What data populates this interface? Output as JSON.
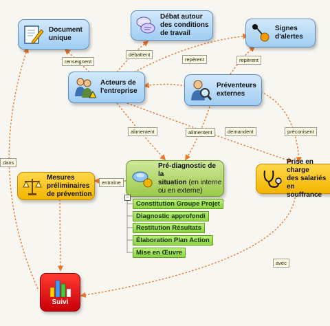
{
  "nodes": {
    "document_unique": "Document\nunique",
    "debat": "Débat autour\ndes conditions\nde travail",
    "signes": "Signes\nd'alertes",
    "acteurs": "Acteurs de\nl'entreprise",
    "preventeurs": "Préventeurs\nexternes",
    "prediag_title": "Pré-diagnostic de la\nsituation",
    "prediag_suffix": " (en interne\nou en externe)",
    "mesures": "Mesures\npréliminaires\nde prévention",
    "prise": "Prise en charge\ndes salariés en\nsouffrance",
    "suivi": "Suivi"
  },
  "tasks": [
    "Constitution Groupe Projet",
    "Diagnostic approfondi",
    "Restitution Résultats",
    "Élaboration Plan Action",
    "Mise en Œuvre"
  ],
  "links": {
    "renseignent": "renseignent",
    "debattent": "débattent",
    "reperent1": "repèrent",
    "reperent2": "repèrent",
    "alimentent1": "alimentent",
    "alimentent2": "alimentent",
    "demandent": "demandent",
    "preconisent": "préconisent",
    "entraine": "entraîne",
    "dans": "dans",
    "avec": "avec"
  },
  "colors": {
    "connector": "#e8782a",
    "blue": "#9fcdf3",
    "green": "#9bc94a",
    "yellow": "#f3b500",
    "red": "#e0141c"
  },
  "icons": [
    "document-pencil-icon",
    "speech-bubbles-icon",
    "lever-alarm-icon",
    "people-warning-icon",
    "person-magnifier-icon",
    "pills-icon",
    "scales-icon",
    "stethoscope-icon",
    "bar-chart-icon"
  ]
}
